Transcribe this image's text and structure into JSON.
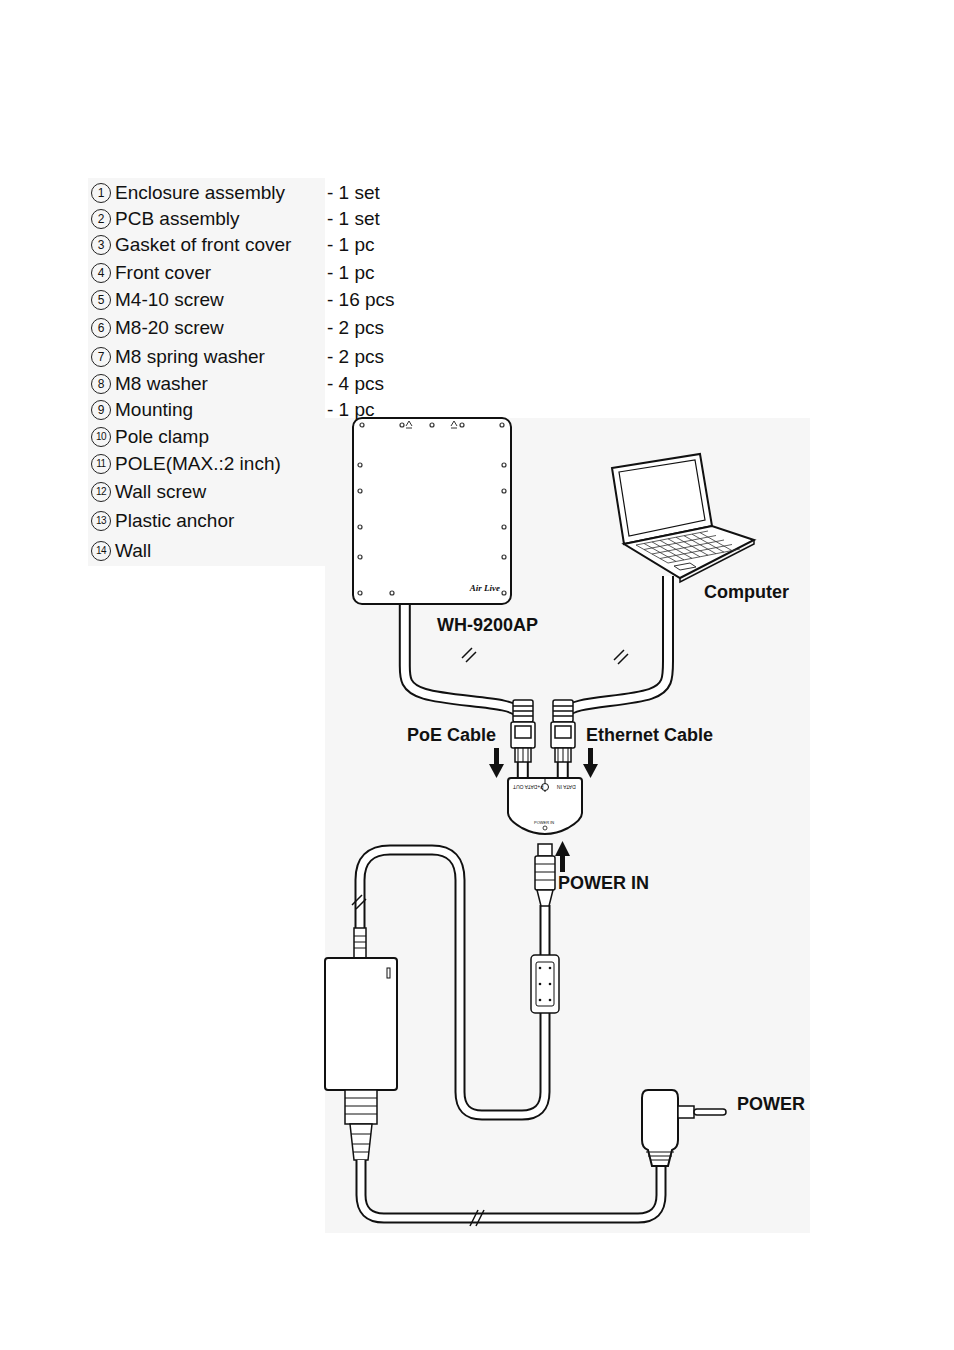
{
  "diagram": {
    "nodes": [
      {
        "text": [
          "Air Live",
          "WH-9200AP"
        ]
      },
      {
        "text": [
          "Computer"
        ]
      },
      {
        "text": [
          "P+DATA OUT",
          "DATA IN",
          "POWER IN"
        ]
      },
      {
        "text": [
          "POWER"
        ]
      }
    ],
    "edges": [
      {
        "from": 0,
        "to": 2,
        "arrow": "none"
      },
      {
        "from": 1,
        "to": 2,
        "arrow": "none"
      }
    ],
    "labels": [
      "1",
      "Enclosure assembly",
      "- 1 set",
      "2",
      "PCB assembly",
      "- 1 set",
      "3",
      "Gasket of front cover",
      "- 1 pc",
      "4",
      "Front cover",
      "- 1 pc",
      "5",
      "M4-10 screw",
      "- 16 pcs",
      "6",
      "M8-20 screw",
      "- 2 pcs",
      "7",
      "M8 spring washer",
      "- 2 pcs",
      "8",
      "M8 washer",
      "- 4 pcs",
      "9",
      "Mounting",
      "- 1 pc",
      "10",
      "Pole clamp",
      "11",
      "POLE(MAX.:2 inch)",
      "12",
      "Wall screw",
      "13",
      "Plastic anchor",
      "14",
      "Wall",
      "PoE Cable",
      "Ethernet Cable",
      "POWER IN"
    ]
  }
}
